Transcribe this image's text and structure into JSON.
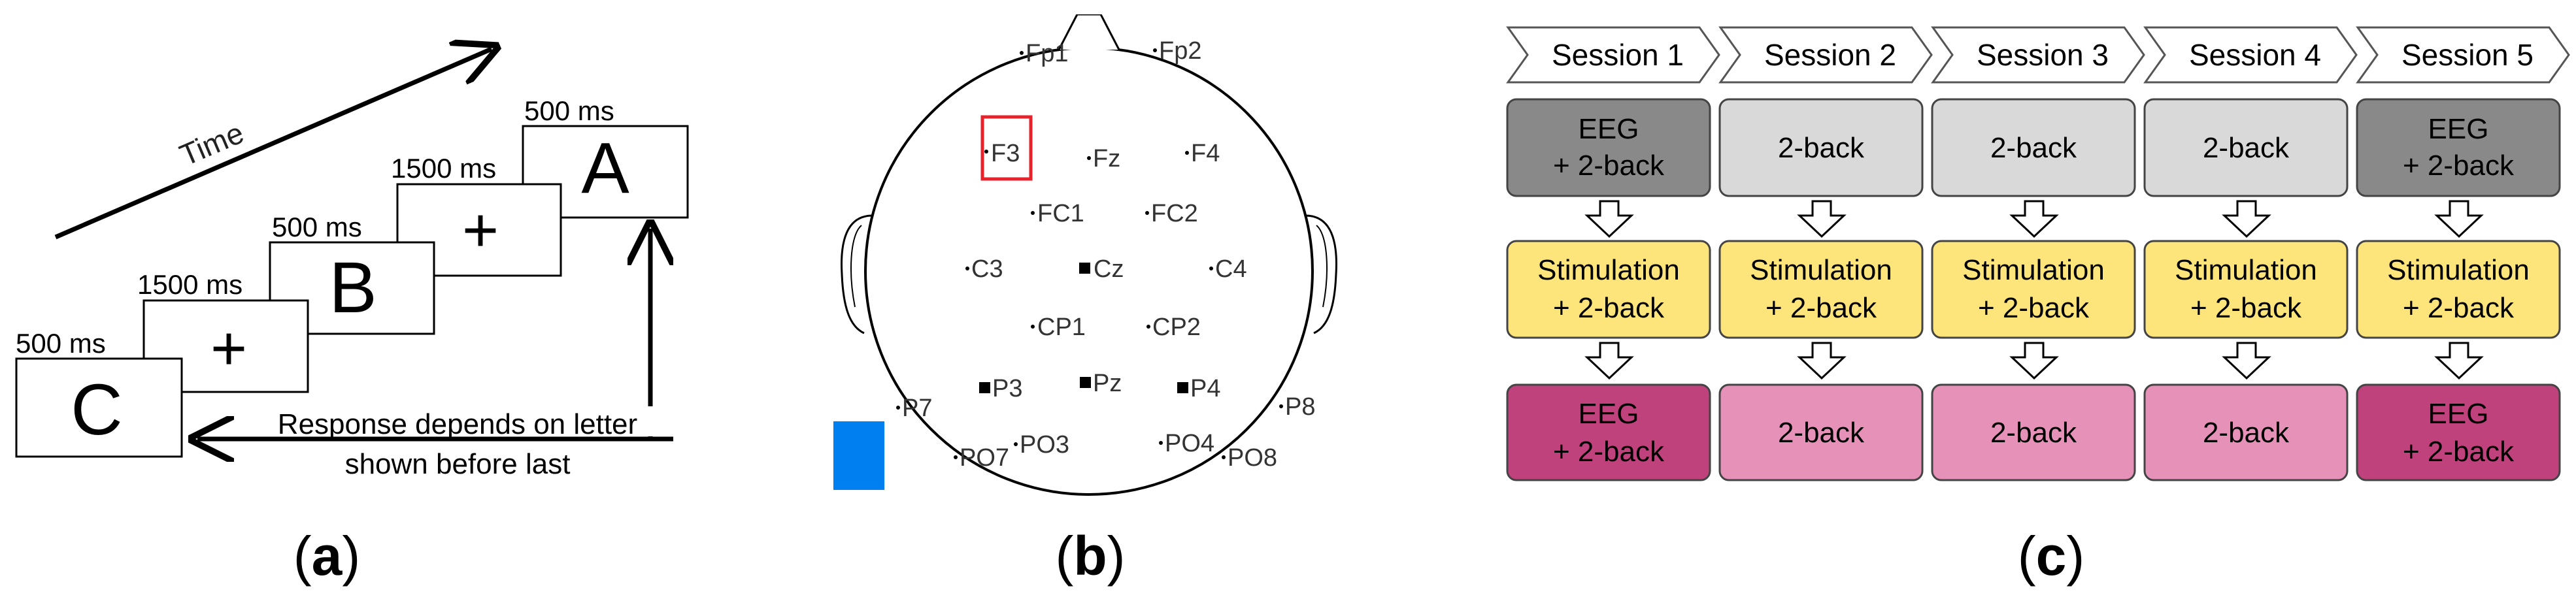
{
  "panel_a": {
    "time_label": "Time",
    "frames": [
      {
        "duration": "500 ms",
        "symbol": "C"
      },
      {
        "duration": "1500 ms",
        "symbol": "+"
      },
      {
        "duration": "500 ms",
        "symbol": "B"
      },
      {
        "duration": "1500 ms",
        "symbol": "+"
      },
      {
        "duration": "500 ms",
        "symbol": "A"
      }
    ],
    "response_text_line1": "Response depends on letter",
    "response_text_line2": "shown before last",
    "label": {
      "open": "(",
      "letter": "a",
      "close": ")"
    }
  },
  "panel_b": {
    "electrodes": {
      "fp1": "Fp1",
      "fp2": "Fp2",
      "f3": "F3",
      "fz": "Fz",
      "f4": "F4",
      "fc1": "FC1",
      "fc2": "FC2",
      "c3": "C3",
      "cz": "Cz",
      "c4": "C4",
      "cp1": "CP1",
      "cp2": "CP2",
      "p7": "P7",
      "p3": "P3",
      "pz": "Pz",
      "p4": "P4",
      "p8": "P8",
      "po7": "PO7",
      "po3": "PO3",
      "po4": "PO4",
      "po8": "PO8"
    },
    "colors": {
      "highlight_box": "#e8212b",
      "reference_patch": "#0080f0"
    },
    "label": {
      "open": "(",
      "letter": "b",
      "close": ")"
    }
  },
  "panel_c": {
    "sessions": [
      "Session 1",
      "Session 2",
      "Session 3",
      "Session 4",
      "Session 5"
    ],
    "rows": {
      "pre": [
        {
          "line1": "EEG",
          "line2": "+ 2-back",
          "kind": "eeg"
        },
        {
          "line1": "2-back",
          "line2": "",
          "kind": "plain"
        },
        {
          "line1": "2-back",
          "line2": "",
          "kind": "plain"
        },
        {
          "line1": "2-back",
          "line2": "",
          "kind": "plain"
        },
        {
          "line1": "EEG",
          "line2": "+ 2-back",
          "kind": "eeg"
        }
      ],
      "stim": [
        {
          "line1": "Stimulation",
          "line2": "+ 2-back"
        },
        {
          "line1": "Stimulation",
          "line2": "+ 2-back"
        },
        {
          "line1": "Stimulation",
          "line2": "+ 2-back"
        },
        {
          "line1": "Stimulation",
          "line2": "+ 2-back"
        },
        {
          "line1": "Stimulation",
          "line2": "+ 2-back"
        }
      ],
      "post": [
        {
          "line1": "EEG",
          "line2": "+ 2-back",
          "kind": "eeg"
        },
        {
          "line1": "2-back",
          "line2": "",
          "kind": "plain"
        },
        {
          "line1": "2-back",
          "line2": "",
          "kind": "plain"
        },
        {
          "line1": "2-back",
          "line2": "",
          "kind": "plain"
        },
        {
          "line1": "EEG",
          "line2": "+ 2-back",
          "kind": "eeg"
        }
      ]
    },
    "colors": {
      "pre_eeg": "#898989",
      "pre_plain": "#d9d9d9",
      "stim": "#fde47b",
      "post_eeg": "#c0427c",
      "post_plain": "#e691b8"
    },
    "label": {
      "open": "(",
      "letter": "c",
      "close": ")"
    }
  }
}
